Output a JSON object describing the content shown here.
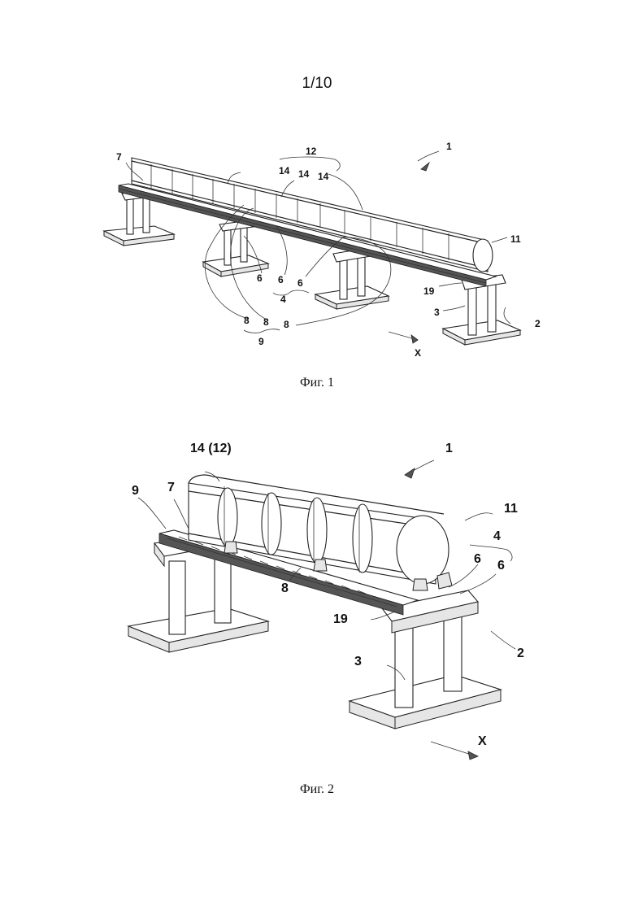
{
  "page": {
    "number": "1/10"
  },
  "figure1": {
    "caption": "Фиг. 1",
    "labels": {
      "l1": "1",
      "l2": "2",
      "l3": "3",
      "l4": "4",
      "l6a": "6",
      "l6b": "6",
      "l6c": "6",
      "l7": "7",
      "l8a": "8",
      "l8b": "8",
      "l8c": "8",
      "l9": "9",
      "l11": "11",
      "l12": "12",
      "l14a": "14",
      "l14b": "14",
      "l14c": "14",
      "l19": "19",
      "lx": "X"
    }
  },
  "figure2": {
    "caption": "Фиг. 2",
    "labels": {
      "l1": "1",
      "l2": "2",
      "l3": "3",
      "l4": "4",
      "l6a": "6",
      "l6b": "6",
      "l7": "7",
      "l8": "8",
      "l9": "9",
      "l11": "11",
      "l14": "14 (12)",
      "l19": "19",
      "lx": "X"
    }
  }
}
